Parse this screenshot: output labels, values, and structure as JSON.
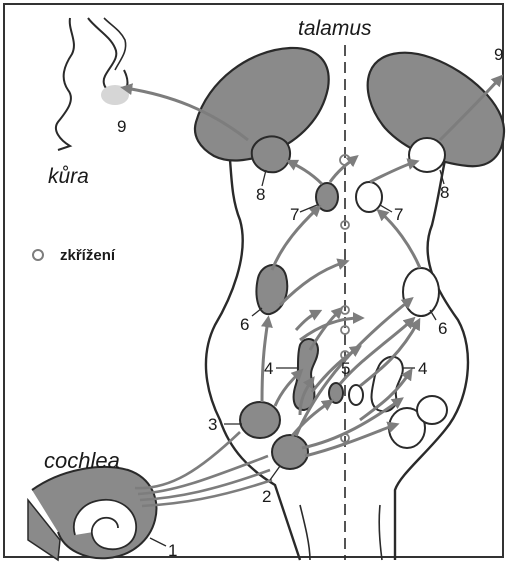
{
  "labels": {
    "thalamus": "talamus",
    "cortex": "kůra",
    "cochlea": "cochlea",
    "crossing_legend": "zkřížení"
  },
  "numbers": {
    "n1": "1",
    "n2": "2",
    "n3": "3",
    "n4_left": "4",
    "n4_right": "4",
    "n5": "5",
    "n6_left": "6",
    "n6_right": "6",
    "n7_left": "7",
    "n7_right": "7",
    "n8_left": "8",
    "n8_right": "8",
    "n9_left": "9",
    "n9_right": "9"
  },
  "colors": {
    "nucleus_fill": "#8a8a8a",
    "outline": "#2a2a2a",
    "pathway_arrow": "#7d7d7d",
    "background": "#ffffff"
  }
}
